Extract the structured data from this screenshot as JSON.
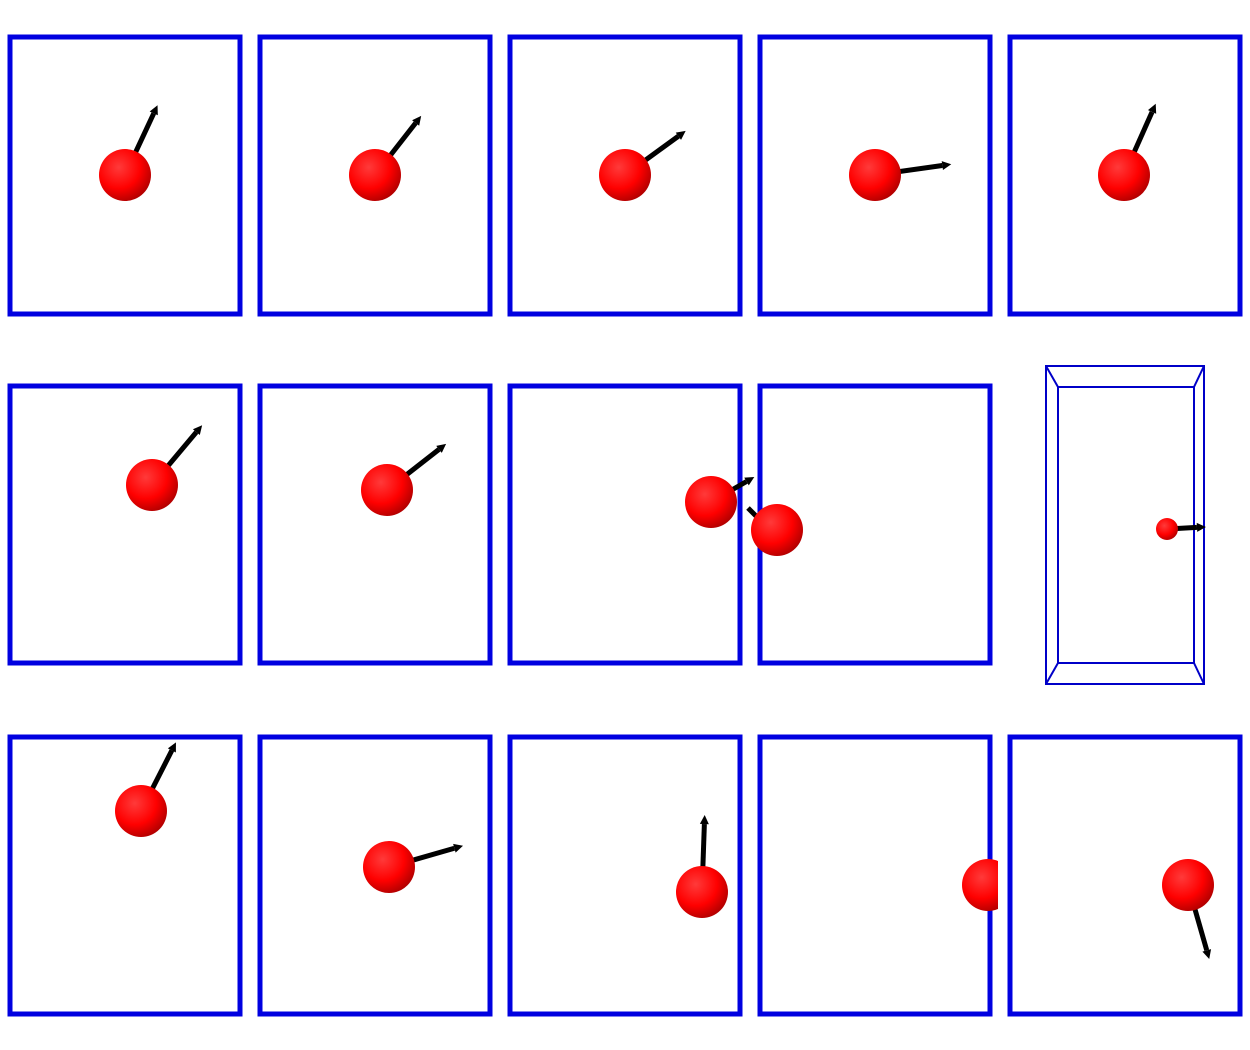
{
  "colors": {
    "frame": "#0000e0",
    "particle": "#ff0000",
    "particle_shade": "#b00000",
    "arrow": "#000000",
    "background": "#ffffff"
  },
  "rows": [
    {
      "panels": [
        {
          "kind": "frame",
          "particles": [
            {
              "dir_deg": 65,
              "arrow": true
            }
          ]
        },
        {
          "kind": "frame",
          "particles": [
            {
              "dir_deg": 52,
              "arrow": true
            }
          ]
        },
        {
          "kind": "frame",
          "particles": [
            {
              "dir_deg": 36,
              "arrow": true
            }
          ]
        },
        {
          "kind": "frame",
          "particles": [
            {
              "dir_deg": 8,
              "arrow": true
            }
          ]
        },
        {
          "kind": "frame",
          "particles": [
            {
              "dir_deg": 66,
              "arrow": true
            }
          ]
        }
      ]
    },
    {
      "panels": [
        {
          "kind": "frame",
          "particles": [
            {
              "dir_deg": 50,
              "arrow": true
            }
          ]
        },
        {
          "kind": "frame",
          "particles": [
            {
              "dir_deg": 38,
              "arrow": true
            }
          ]
        },
        {
          "kind": "frame",
          "particles": [
            {
              "dir_deg": 30,
              "arrow": true
            }
          ]
        },
        {
          "kind": "frame",
          "particles": [
            {
              "dir_deg": 0,
              "arrow": false
            }
          ]
        },
        {
          "kind": "box3d",
          "particles": [
            {
              "dir_deg": 3,
              "arrow": true
            }
          ]
        }
      ]
    },
    {
      "panels": [
        {
          "kind": "frame",
          "particles": [
            {
              "dir_deg": 63,
              "arrow": true
            }
          ]
        },
        {
          "kind": "frame",
          "particles": [
            {
              "dir_deg": 16,
              "arrow": true
            }
          ]
        },
        {
          "kind": "frame",
          "particles": [
            {
              "dir_deg": 88,
              "arrow": true
            }
          ]
        },
        {
          "kind": "frame",
          "particles": [
            {
              "dir_deg": 0,
              "arrow": false
            }
          ]
        },
        {
          "kind": "frame",
          "particles": [
            {
              "dir_deg": -74,
              "arrow": true
            }
          ]
        }
      ]
    }
  ]
}
